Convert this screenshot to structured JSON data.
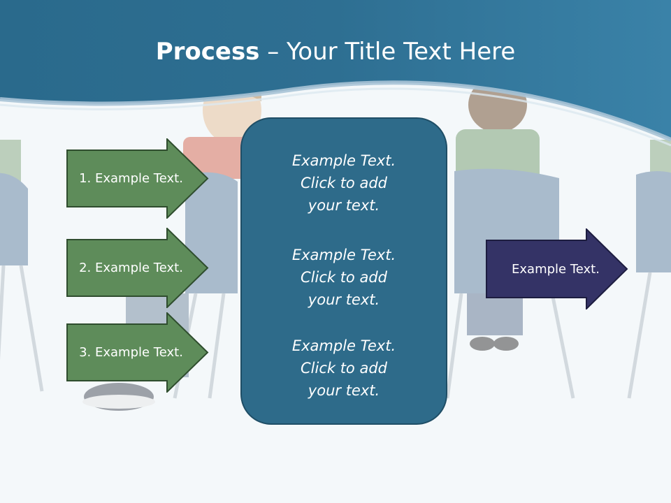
{
  "title": {
    "bold": "Process",
    "rest": " – Your Title Text Here"
  },
  "left_arrows": [
    {
      "label": "1. Example Text."
    },
    {
      "label": "2. Example Text."
    },
    {
      "label": "3. Example Text."
    }
  ],
  "center_box": {
    "blocks": [
      {
        "lines": [
          "Example Text.",
          "Click  to add",
          "your text."
        ]
      },
      {
        "lines": [
          "Example Text.",
          "Click  to add",
          "your text."
        ]
      },
      {
        "lines": [
          "Example Text.",
          "Click  to add",
          "your text."
        ]
      }
    ]
  },
  "right_arrow": {
    "label": "Example Text."
  },
  "colors": {
    "header_blue": "#2a6b8f",
    "green_arrow": "#5e8c5a",
    "navy_arrow": "#343366",
    "center_box": "#2e6b8a"
  }
}
